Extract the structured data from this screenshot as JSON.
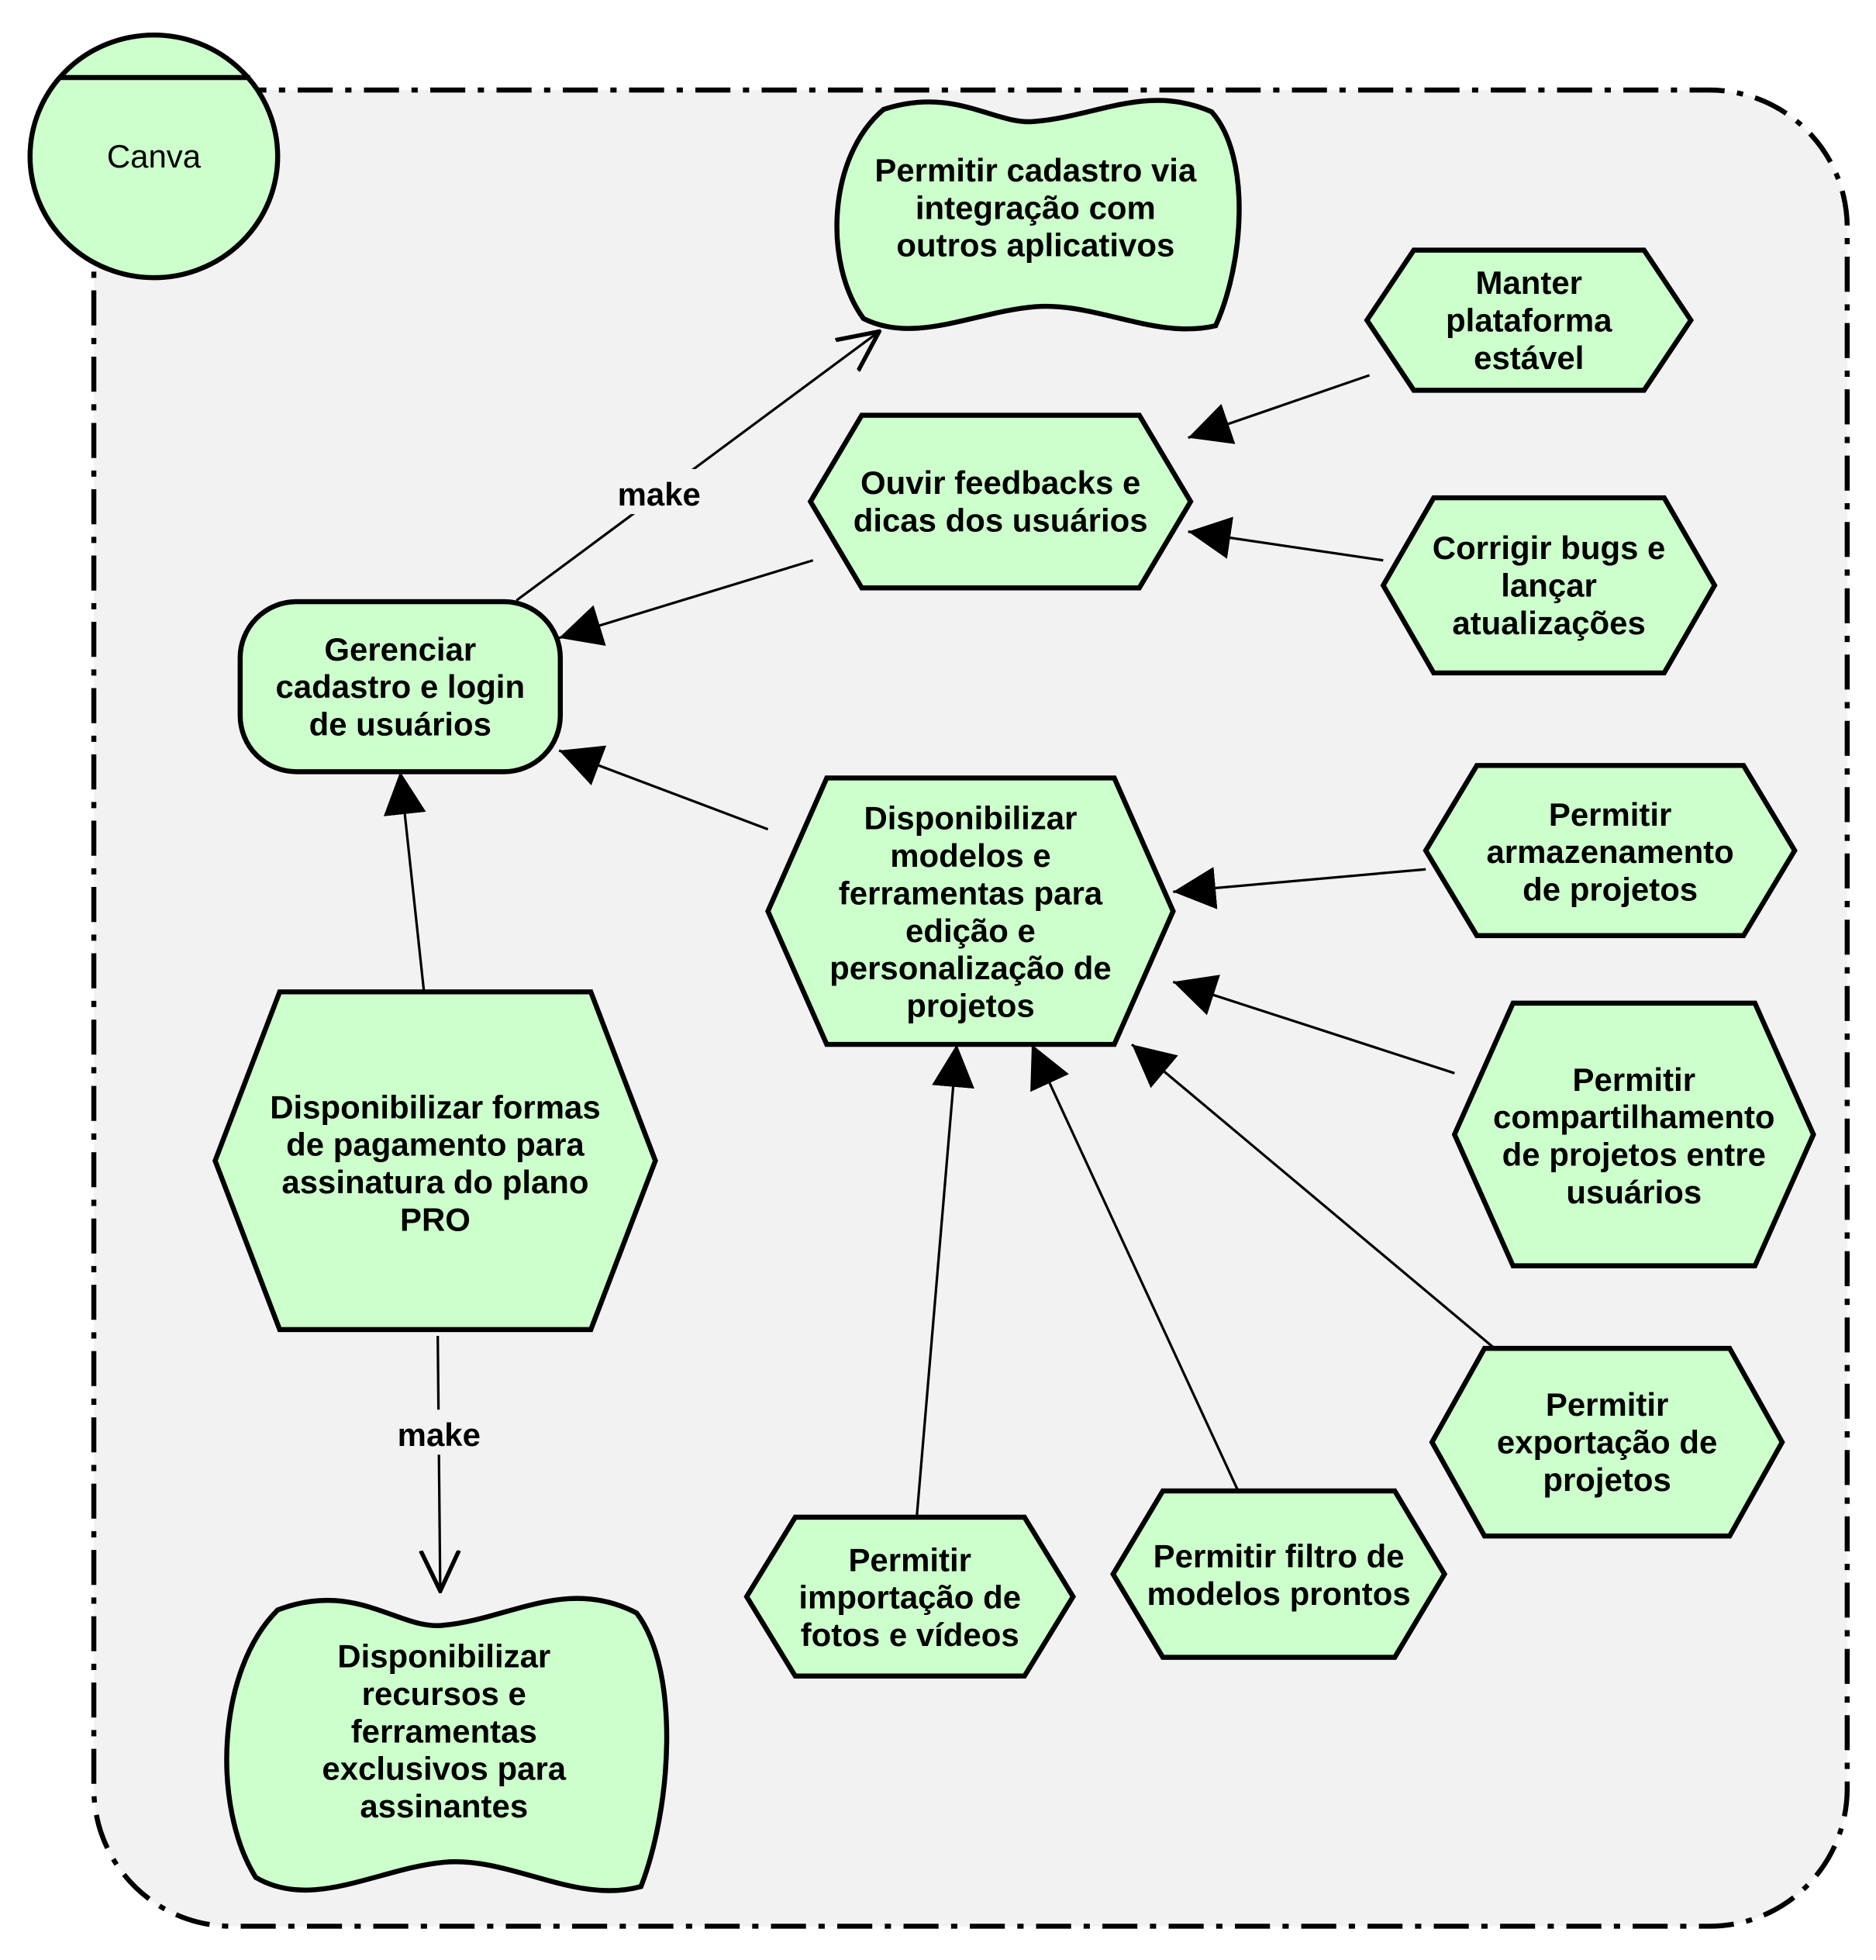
{
  "actor": {
    "name": "Canva"
  },
  "colors": {
    "node_fill": "#ccffcc",
    "boundary_fill": "#f2f2f2",
    "stroke": "#000000"
  },
  "nodes": [
    {
      "id": "integracao",
      "kind": "softgoal",
      "lines": [
        "Permitir cadastro via",
        "integração com",
        "outros aplicativos"
      ]
    },
    {
      "id": "manter",
      "kind": "task",
      "lines": [
        "Manter",
        "plataforma",
        "estável"
      ]
    },
    {
      "id": "ouvir",
      "kind": "task",
      "lines": [
        "Ouvir feedbacks e",
        "dicas dos usuários"
      ]
    },
    {
      "id": "corrigir",
      "kind": "task",
      "lines": [
        "Corrigir bugs e",
        "lançar",
        "atualizações"
      ]
    },
    {
      "id": "gerenciar",
      "kind": "goal",
      "lines": [
        "Gerenciar",
        "cadastro e login",
        "de usuários"
      ]
    },
    {
      "id": "modelos",
      "kind": "task",
      "lines": [
        "Disponibilizar",
        "modelos e",
        "ferramentas para",
        "edição e",
        "personalização de",
        "projetos"
      ]
    },
    {
      "id": "armazenamento",
      "kind": "task",
      "lines": [
        "Permitir",
        "armazenamento",
        "de projetos"
      ]
    },
    {
      "id": "compartilhamento",
      "kind": "task",
      "lines": [
        "Permitir",
        "compartilhamento",
        "de projetos entre",
        "usuários"
      ]
    },
    {
      "id": "pagamento",
      "kind": "task",
      "lines": [
        "Disponibilizar formas",
        "de pagamento para",
        "assinatura do plano",
        "PRO"
      ]
    },
    {
      "id": "exportacao",
      "kind": "task",
      "lines": [
        "Permitir",
        "exportação de",
        "projetos"
      ]
    },
    {
      "id": "importacao",
      "kind": "task",
      "lines": [
        "Permitir",
        "importação de",
        "fotos e vídeos"
      ]
    },
    {
      "id": "filtro",
      "kind": "task",
      "lines": [
        "Permitir filtro de",
        "modelos prontos"
      ]
    },
    {
      "id": "recursos",
      "kind": "softgoal",
      "lines": [
        "Disponibilizar",
        "recursos e",
        "ferramentas",
        "exclusivos para",
        "assinantes"
      ]
    }
  ],
  "edges": [
    {
      "from": "gerenciar",
      "to": "integracao",
      "type": "make",
      "label": "make"
    },
    {
      "from": "ouvir",
      "to": "gerenciar",
      "type": "decomposition"
    },
    {
      "from": "manter",
      "to": "ouvir",
      "type": "decomposition"
    },
    {
      "from": "corrigir",
      "to": "ouvir",
      "type": "decomposition"
    },
    {
      "from": "modelos",
      "to": "gerenciar",
      "type": "decomposition"
    },
    {
      "from": "pagamento",
      "to": "gerenciar",
      "type": "decomposition"
    },
    {
      "from": "pagamento",
      "to": "recursos",
      "type": "make",
      "label": "make"
    },
    {
      "from": "armazenamento",
      "to": "modelos",
      "type": "decomposition"
    },
    {
      "from": "compartilhamento",
      "to": "modelos",
      "type": "decomposition"
    },
    {
      "from": "exportacao",
      "to": "modelos",
      "type": "decomposition"
    },
    {
      "from": "filtro",
      "to": "modelos",
      "type": "decomposition"
    },
    {
      "from": "importacao",
      "to": "modelos",
      "type": "decomposition"
    }
  ]
}
